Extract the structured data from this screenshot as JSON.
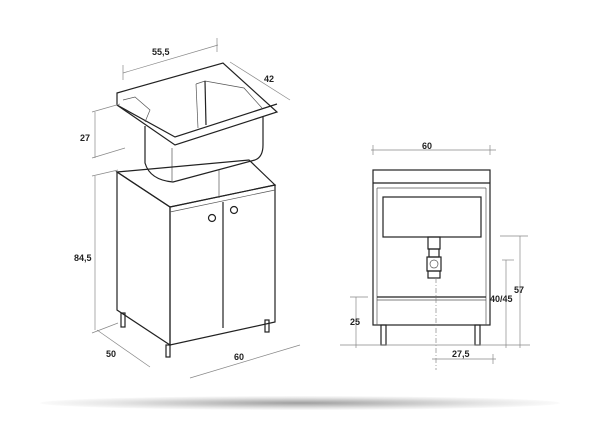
{
  "perspective_view": {
    "dimensions": {
      "sink_width": "55,5",
      "sink_depth": "42",
      "sink_height": "27",
      "cabinet_height": "84,5",
      "cabinet_depth": "50",
      "cabinet_width": "60"
    }
  },
  "front_view": {
    "dimensions": {
      "width": "60",
      "leg_height": "25",
      "drain_height": "40/45",
      "drain_top_height": "57",
      "drain_offset": "27,5"
    }
  },
  "colors": {
    "line": "#222222",
    "dimension": "#888888"
  }
}
